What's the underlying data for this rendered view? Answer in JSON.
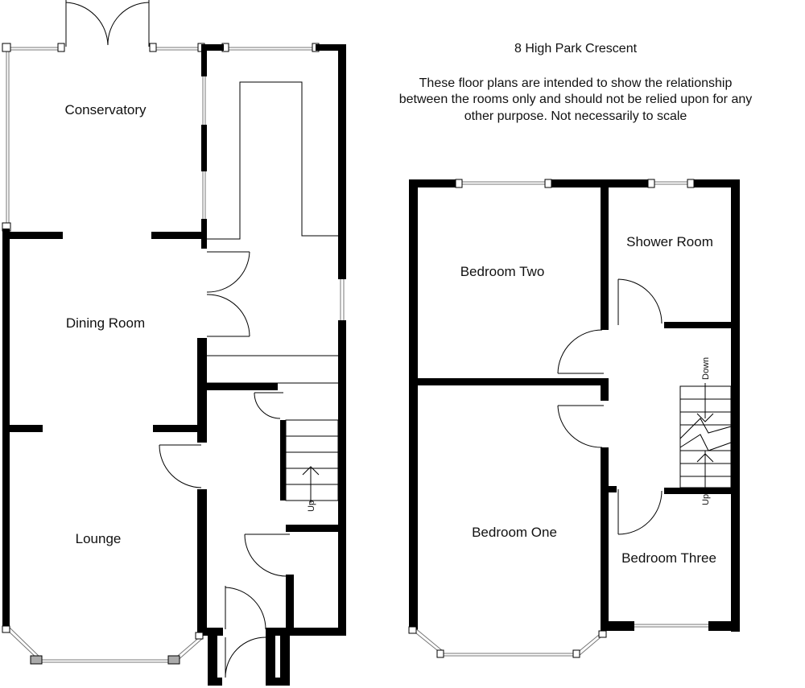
{
  "header": {
    "title": "8 High Park Crescent",
    "note_lines": [
      "These floor plans are intended to show the relationship",
      "between the rooms only and should not be relied upon for any",
      "other purpose. Not necessarily to scale"
    ]
  },
  "ground_floor": {
    "rooms": {
      "conservatory": "Conservatory",
      "dining_room": "Dining Room",
      "lounge": "Lounge"
    },
    "stairs_label": "Up"
  },
  "first_floor": {
    "rooms": {
      "bedroom_two": "Bedroom Two",
      "shower_room": "Shower Room",
      "bedroom_one": "Bedroom One",
      "bedroom_three": "Bedroom Three"
    },
    "stairs_down_label": "Down",
    "stairs_up_label": "Up"
  }
}
